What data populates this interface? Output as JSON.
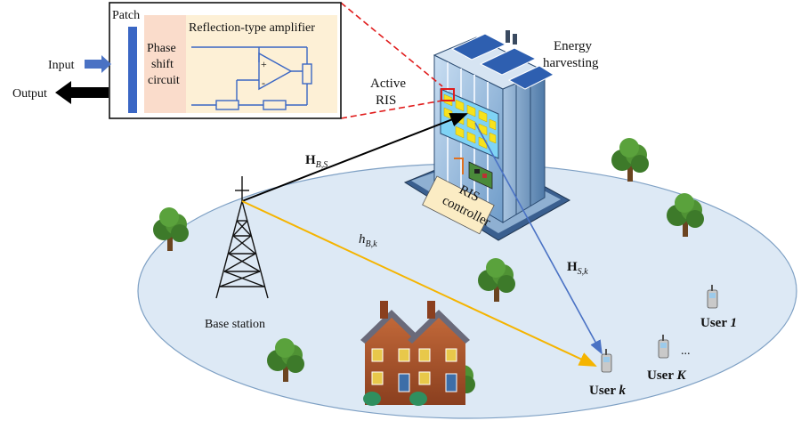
{
  "inset": {
    "patch_label": "Patch",
    "amplifier_label": "Reflection-type amplifier",
    "phase_shift_lines": [
      "Phase",
      "shift",
      "circuit"
    ],
    "input_label": "Input",
    "output_label": "Output",
    "opamp_plus": "+",
    "opamp_minus": "-"
  },
  "building": {
    "active_ris_lines": [
      "Active",
      "RIS"
    ],
    "energy_lines": [
      "Energy",
      "harvesting"
    ],
    "controller_lines": [
      "RIS",
      "controller"
    ]
  },
  "channels": {
    "h_bs": {
      "main": "H",
      "sub": "B,S"
    },
    "h_bk": {
      "main": "h",
      "sub": "B,k"
    },
    "h_sk": {
      "main": "H",
      "sub": "S,k"
    }
  },
  "base_station": {
    "label": "Base station"
  },
  "users": {
    "user1": {
      "prefix": "User ",
      "index": "1"
    },
    "userK": {
      "prefix": "User ",
      "index": "K"
    },
    "userk": {
      "prefix": "User ",
      "index": "k"
    },
    "ellipsis": "..."
  },
  "colors": {
    "ground": "#dde9f5",
    "ground_stroke": "#7ea0c4",
    "link_bs_ris": "#000000",
    "link_bs_user": "#f5b400",
    "link_ris_user": "#4a72c4",
    "zoom_lines": "#e01b1b",
    "patch_bar": "#3a66c4",
    "amp_fill": "#fdf0d6",
    "phase_fill": "#fadccb",
    "ris_tile": "#f7e21c",
    "tree_green": "#3d7a2a"
  }
}
